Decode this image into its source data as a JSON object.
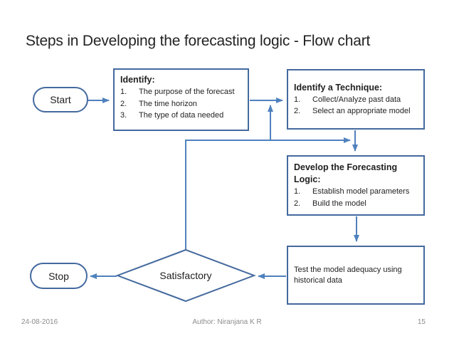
{
  "title": "Steps in Developing the forecasting logic - Flow chart",
  "colors": {
    "shape_border": "#44699E",
    "connector": "#4F81BD",
    "text": "#1F1F1F",
    "footer_text": "#8C8C8C",
    "title_text": "#232323"
  },
  "flowchart": {
    "start": {
      "label": "Start"
    },
    "identify": {
      "title": "Identify:",
      "items": [
        "The purpose of the forecast",
        "The time horizon",
        "The type of data needed"
      ]
    },
    "technique": {
      "title": "Identify a Technique:",
      "items": [
        "Collect/Analyze past data",
        "Select an appropriate model"
      ]
    },
    "develop": {
      "title": "Develop the Forecasting Logic:",
      "items": [
        "Establish model parameters",
        "Build the model"
      ]
    },
    "test": {
      "label": "Test the model adequacy using historical data"
    },
    "decision": {
      "label": "Satisfactory"
    },
    "stop": {
      "label": "Stop"
    }
  },
  "footer": {
    "date": "24-08-2016",
    "author": "Author: Niranjana K R",
    "page": "15"
  }
}
